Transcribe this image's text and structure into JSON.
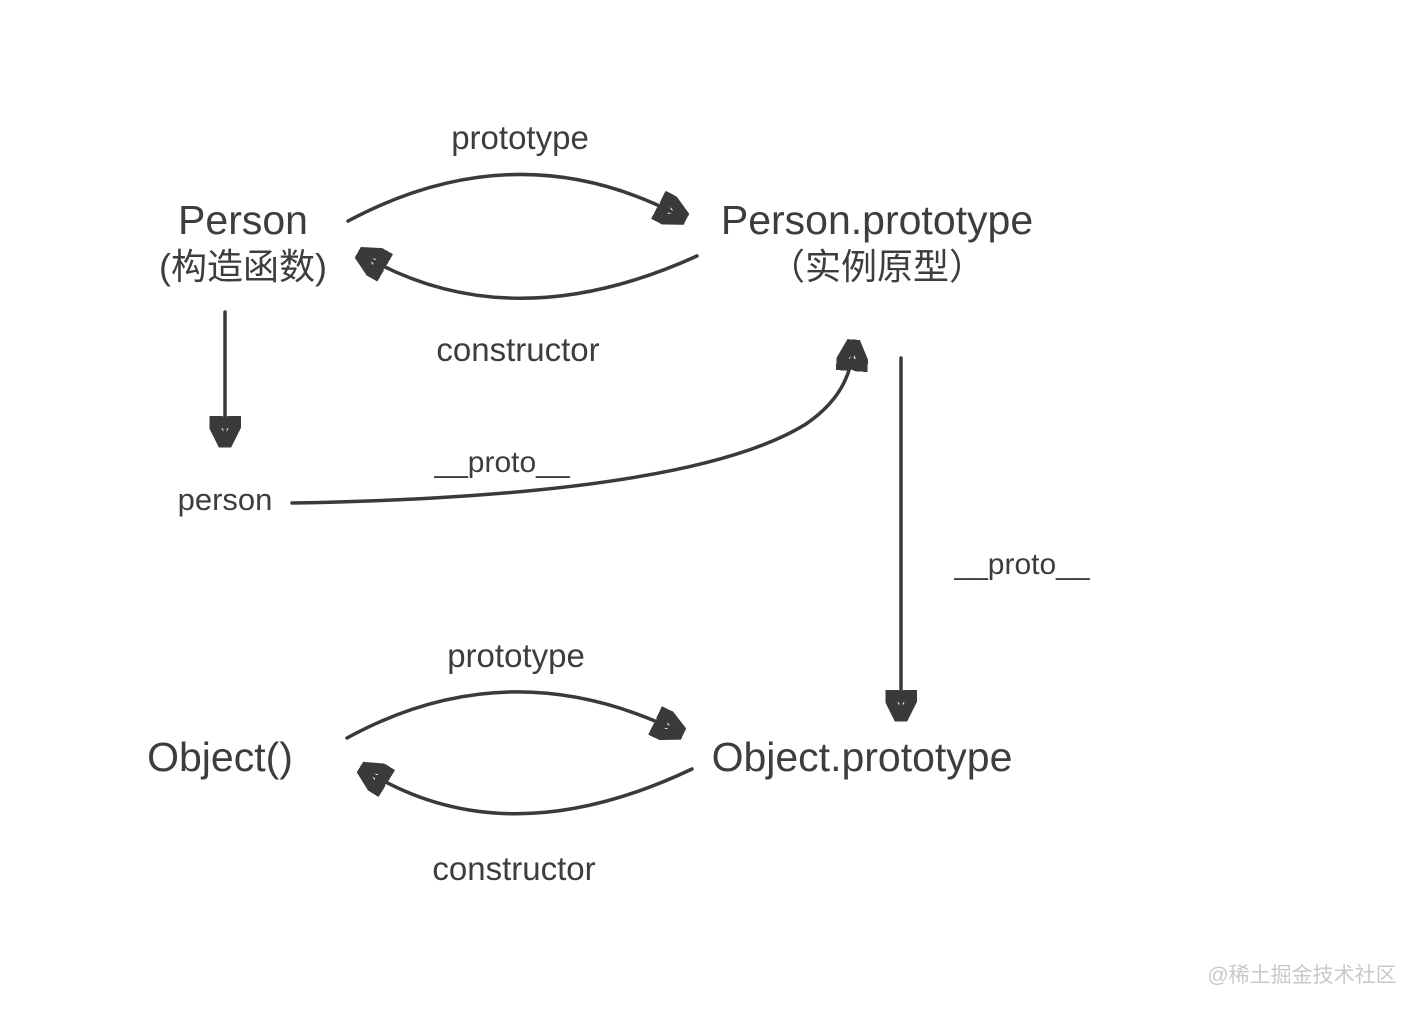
{
  "diagram": {
    "title_implicit": "JavaScript prototype chain relationship diagram",
    "nodes": {
      "person_ctor": {
        "title": "Person",
        "subtitle": "(构造函数)"
      },
      "person_proto": {
        "title": "Person.prototype",
        "subtitle": "（实例原型）"
      },
      "person_instance": {
        "label": "person"
      },
      "object_ctor": {
        "label": "Object()"
      },
      "object_proto": {
        "label": "Object.prototype"
      }
    },
    "edges": {
      "prototype_top": "prototype",
      "constructor_top": "constructor",
      "proto_person": "__proto__",
      "proto_chain": "__proto__",
      "prototype_bottom": "prototype",
      "constructor_bottom": "constructor"
    },
    "colors": {
      "background": "#ffffff",
      "text": "#3d3d3d",
      "arrow": "#3a3a3a",
      "watermark": "#c9c9c9"
    }
  },
  "watermark": {
    "text": "@稀土掘金技术社区"
  }
}
